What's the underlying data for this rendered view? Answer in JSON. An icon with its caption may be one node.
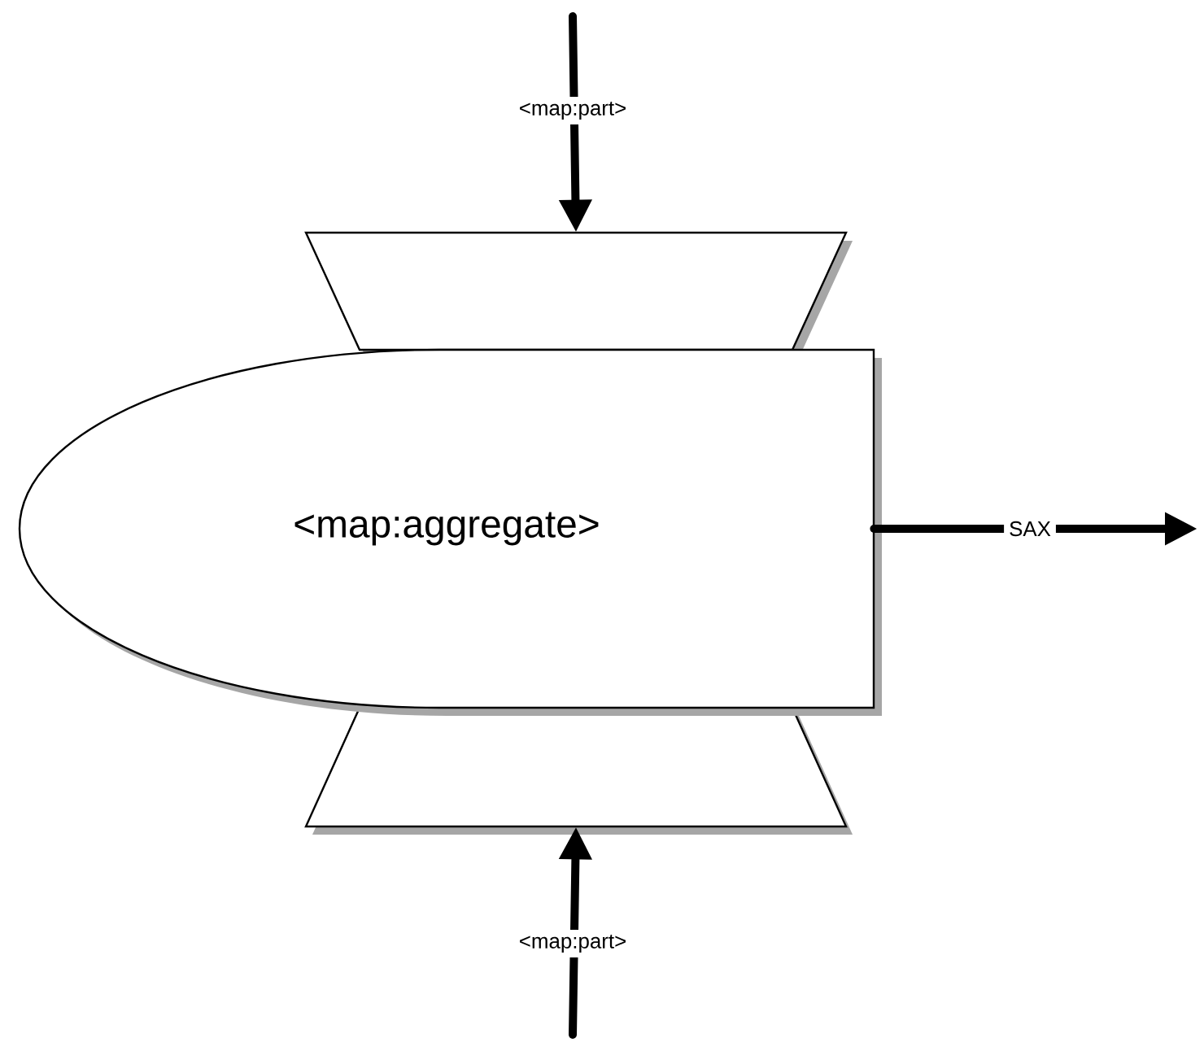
{
  "diagram": {
    "nodes": [
      {
        "text": [],
        "shape": "trapezoid"
      },
      {
        "text": [
          "<map:aggregate>"
        ]
      },
      {
        "text": [],
        "shape": "trapezoid"
      }
    ],
    "edges": [
      {
        "from": null,
        "to": 0,
        "arrow": "to",
        "label": "<map:part>"
      },
      {
        "from": 1,
        "to": null,
        "arrow": "to",
        "label": "SAX"
      },
      {
        "from": null,
        "to": 2,
        "arrow": "to",
        "label": "<map:part>"
      }
    ]
  }
}
